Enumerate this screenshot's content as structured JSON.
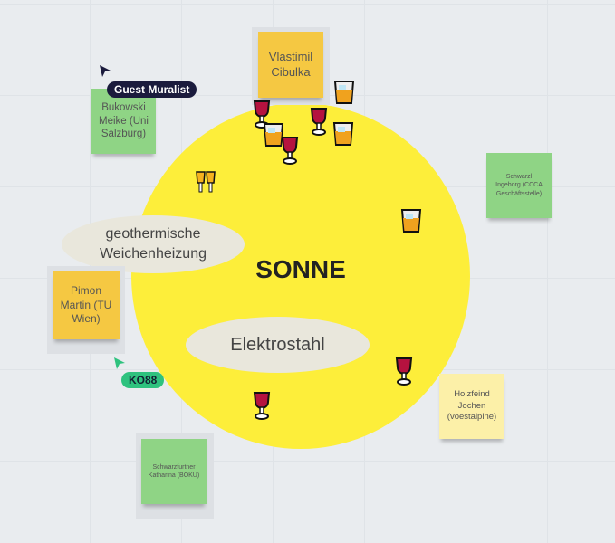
{
  "center": {
    "title": "SONNE",
    "bubbles": [
      "geothermische Weichenheizung",
      "Elektrostahl"
    ]
  },
  "stickies": [
    {
      "text": "Vlastimil Cibulka",
      "color": "#f5c842"
    },
    {
      "text": "Bukowski Meike (Uni Salzburg)",
      "color": "#8fd485"
    },
    {
      "text": "Schwarzl Ingeborg (CCCA Geschäftsstelle)",
      "color": "#8fd485"
    },
    {
      "text": "Pimon Martin (TU Wien)",
      "color": "#f5c842"
    },
    {
      "text": "Holzfeind Jochen (voestalpine)",
      "color": "#fcf0a8"
    },
    {
      "text": "Schwarzfurtner Katharina (BOKU)",
      "color": "#8fd485"
    }
  ],
  "cursors": [
    {
      "label": "Guest Muralist",
      "color": "#1b1b3d"
    },
    {
      "label": "KO88",
      "color": "#2ec27e"
    }
  ],
  "icons": {
    "wine": "wine-glass-icon",
    "tumbler": "tumbler-glass-icon",
    "cheers": "clinking-glasses-icon"
  }
}
